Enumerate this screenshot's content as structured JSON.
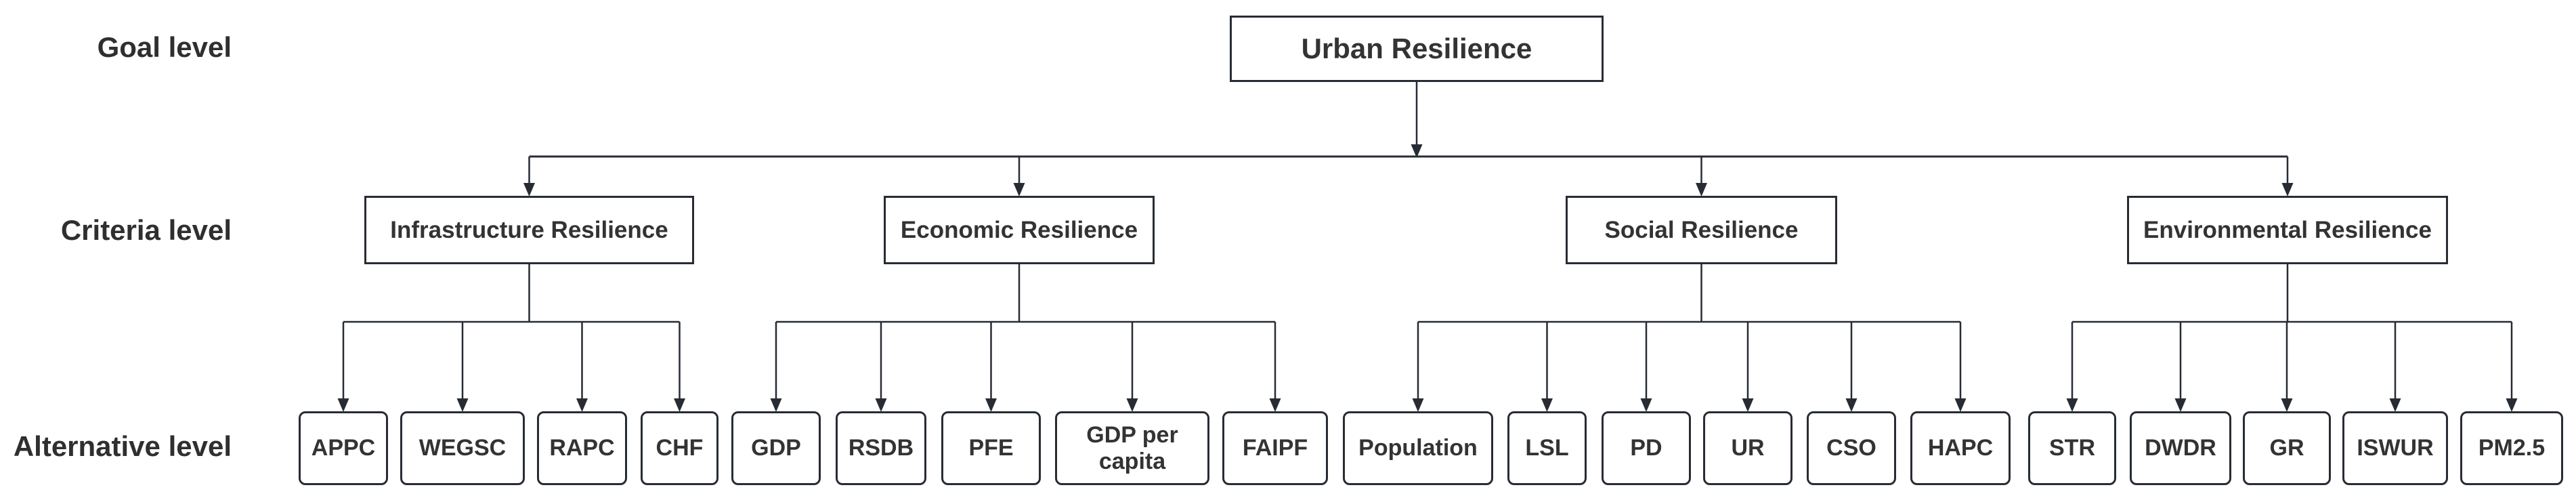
{
  "colors": {
    "background": "#ffffff",
    "line": "#272c34",
    "box_border": "#272c34",
    "box_text": "#333333",
    "label_text": "#2f2f2f"
  },
  "levels": {
    "goal": "Goal level",
    "criteria": "Criteria level",
    "alternative": "Alternative level"
  },
  "diagram": {
    "goal": {
      "label": "Urban Resilience"
    },
    "criteria": [
      {
        "label": "Infrastructure Resilience",
        "children": [
          {
            "label": "APPC"
          },
          {
            "label": "WEGSC"
          },
          {
            "label": "RAPC"
          },
          {
            "label": "CHF"
          }
        ]
      },
      {
        "label": "Economic Resilience",
        "children": [
          {
            "label": "GDP"
          },
          {
            "label": "RSDB"
          },
          {
            "label": "PFE"
          },
          {
            "label": "GDP per capita"
          },
          {
            "label": "FAIPF"
          }
        ]
      },
      {
        "label": "Social Resilience",
        "children": [
          {
            "label": "Population"
          },
          {
            "label": "LSL"
          },
          {
            "label": "PD"
          },
          {
            "label": "UR"
          },
          {
            "label": "CSO"
          },
          {
            "label": "HAPC"
          }
        ]
      },
      {
        "label": "Environmental Resilience",
        "children": [
          {
            "label": "STR"
          },
          {
            "label": "DWDR"
          },
          {
            "label": "GR"
          },
          {
            "label": "ISWUR"
          },
          {
            "label": "PM2.5"
          }
        ]
      }
    ]
  }
}
